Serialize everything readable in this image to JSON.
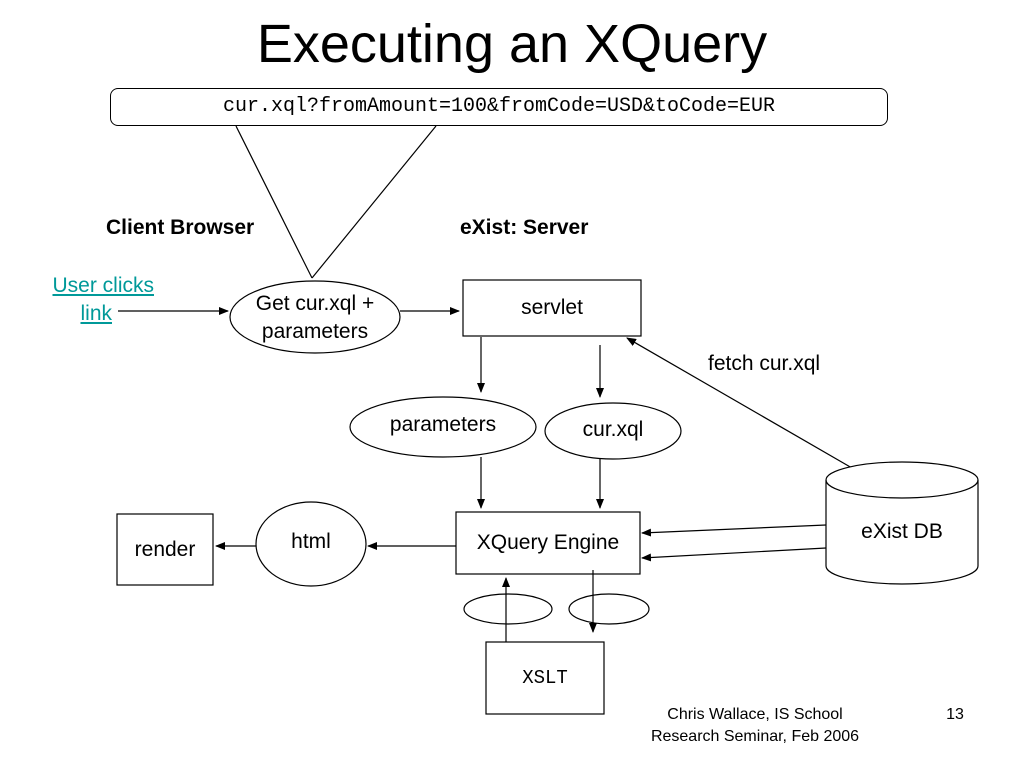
{
  "title": "Executing an XQuery",
  "url": "cur.xql?fromAmount=100&fromCode=USD&toCode=EUR",
  "client_browser_label": "Client Browser",
  "server_label": "eXist: Server",
  "user_clicks_line1": "User clicks",
  "user_clicks_line2": "link",
  "get_request_line1": "Get cur.xql +",
  "get_request_line2": "parameters",
  "servlet": "servlet",
  "fetch_label": "fetch cur.xql",
  "parameters": "parameters",
  "curxql": "cur.xql",
  "exist_db": "eXist DB",
  "xquery_engine": "XQuery Engine",
  "html": "html",
  "render": "render",
  "xslt": "XSLT",
  "footer_line1": "Chris Wallace, IS School",
  "footer_line2": "Research Seminar, Feb 2006",
  "page_number": "13"
}
